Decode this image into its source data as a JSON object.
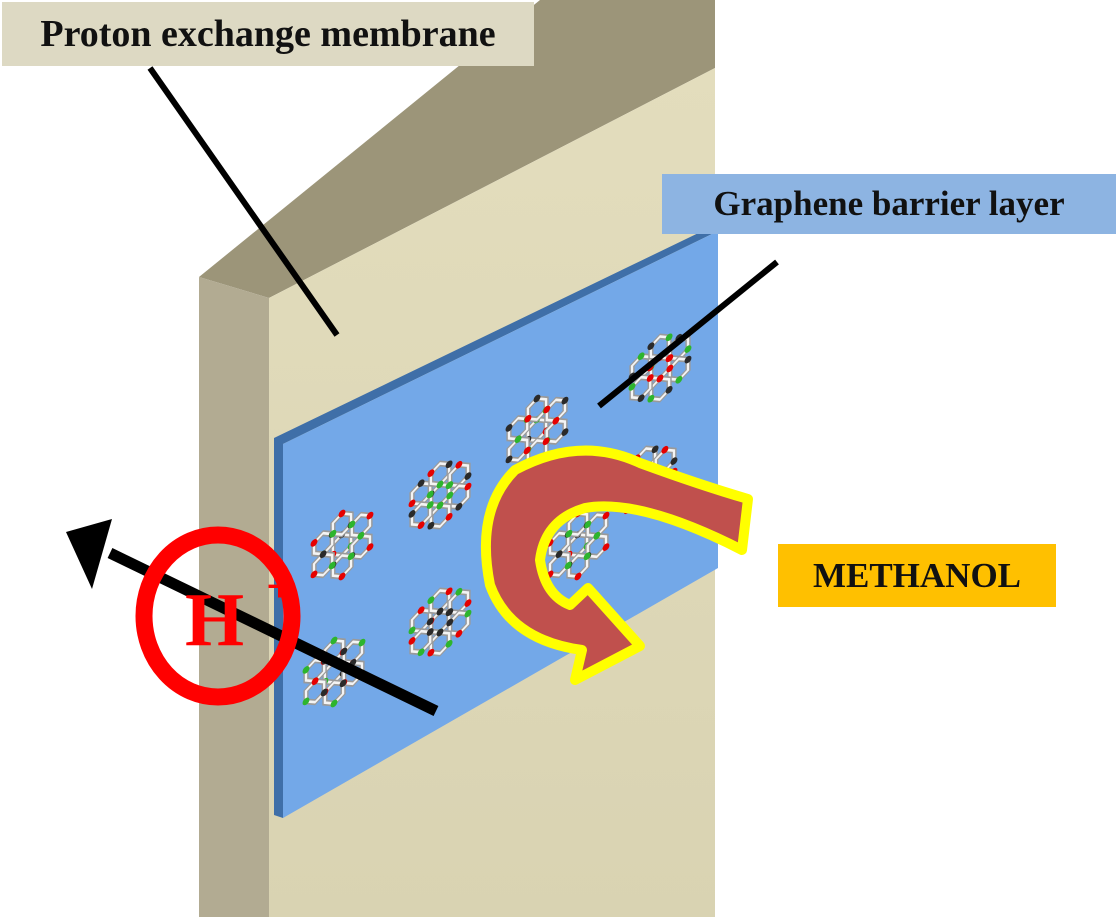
{
  "labels": {
    "proton_exchange_membrane": "Proton exchange membrane",
    "graphene_barrier_layer": "Graphene barrier layer",
    "methanol": "METHANOL",
    "proton_symbol": "H",
    "proton_charge": "+"
  },
  "colors": {
    "membrane_front": "#ddd7b5",
    "membrane_top": "#9c9579",
    "membrane_side": "#b2ab92",
    "graphene_layer": "#73a8e8",
    "graphene_label_bg": "#8db4e2",
    "pem_label_bg": "#ddd9c3",
    "methanol_label_bg": "#ffc000",
    "proton_ring": "#ff0000",
    "methanol_arrow_fill": "#c0504d",
    "methanol_arrow_outline": "#ffff00",
    "atom_carbon": "#2a2a2a",
    "atom_oxygen": "#e60000",
    "atom_hydrogen": "#2db52d"
  },
  "icons": {
    "graphene_flake": "hexagonal-lattice-icon",
    "proton_path": "arrow-up-left-icon",
    "methanol_path": "u-turn-arrow-icon"
  }
}
